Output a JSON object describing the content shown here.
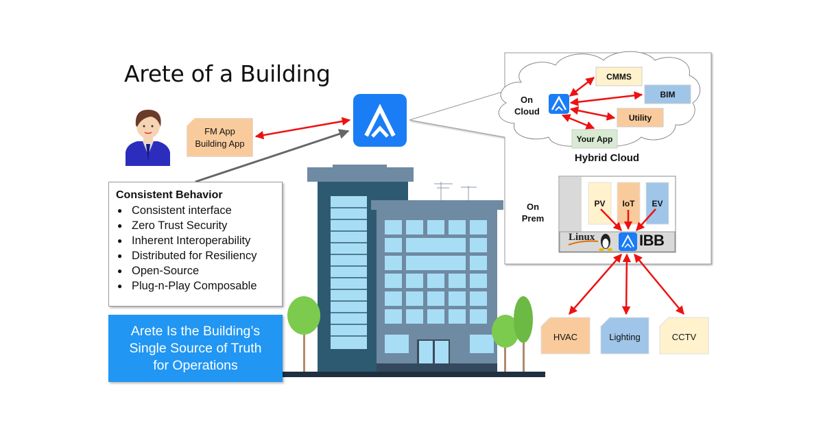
{
  "title": "Arete of a Building",
  "fm_app": {
    "line1": "FM App",
    "line2": "Building App",
    "color": "#f9cb9c"
  },
  "behavior": {
    "heading": "Consistent Behavior",
    "items": [
      "Consistent interface",
      "Zero Trust Security",
      "Inherent Interoperability",
      "Distributed for Resiliency",
      "Open-Source",
      "Plug-n-Play Composable"
    ]
  },
  "truth_banner": {
    "line1": "Arete Is the Building’s",
    "line2": "Single Source of Truth",
    "line3": "for Operations",
    "color": "#2196f3"
  },
  "cloud": {
    "label_line1": "On",
    "label_line2": "Cloud",
    "caption": "Hybrid Cloud",
    "apps": [
      {
        "label": "CMMS",
        "color": "#fff2cc"
      },
      {
        "label": "BIM",
        "color": "#9fc5e8"
      },
      {
        "label": "Utility",
        "color": "#f9cb9c"
      },
      {
        "label": "Your App",
        "color": "#d9ead3"
      }
    ]
  },
  "prem": {
    "label_line1": "On",
    "label_line2": "Prem",
    "modules": [
      {
        "label": "PV",
        "color": "#fff2cc"
      },
      {
        "label": "IoT",
        "color": "#f9cb9c"
      },
      {
        "label": "EV",
        "color": "#9fc5e8"
      }
    ],
    "os_label": "Linux",
    "platform_label": "IBB"
  },
  "devices": [
    {
      "label": "HVAC",
      "color": "#f9cb9c"
    },
    {
      "label": "Lighting",
      "color": "#9fc5e8"
    },
    {
      "label": "CCTV",
      "color": "#fff2cc"
    }
  ],
  "colors": {
    "arete_blue": "#1a7df5",
    "arrow_red": "#ee1111",
    "arrow_gray": "#666666"
  }
}
